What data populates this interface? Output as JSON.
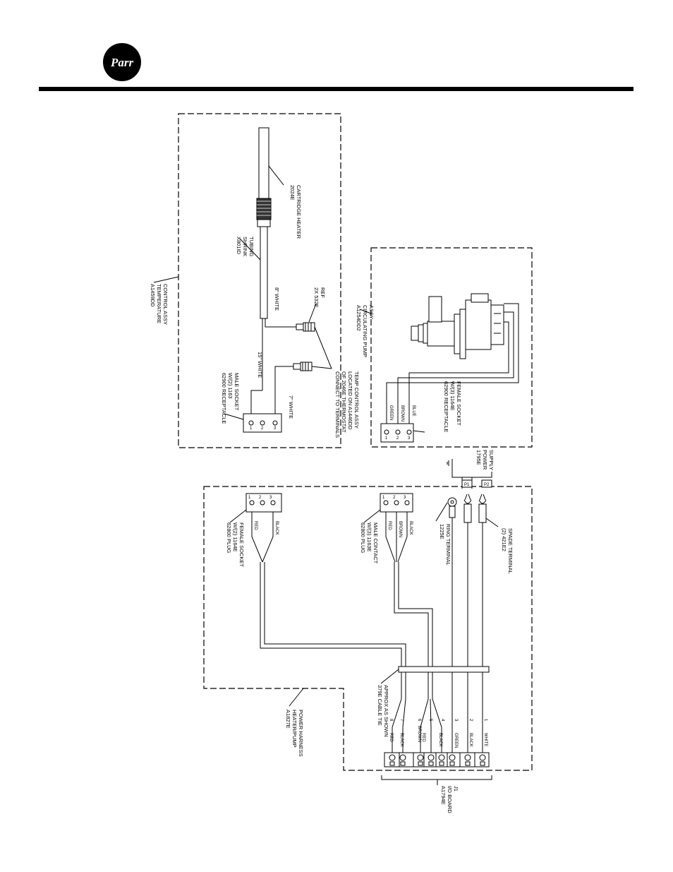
{
  "logo": {
    "text": "Parr"
  },
  "labels": {
    "temp_control": [
      "A1459DD",
      "TEMPERATURE",
      "CONTROL ASSY"
    ],
    "cartridge_heater": [
      "2024E",
      "CARTRIDGE HEATER"
    ],
    "shrink_tubing": [
      "X801ID",
      "SHRINK",
      "TUBING"
    ],
    "white_8": "8\" WHITE",
    "ref_532e": [
      "2X 532E",
      "REF"
    ],
    "white_15": "15\" WHITE",
    "white_7": "7\" WHITE",
    "receptacle_male": [
      "62900 RECEPTACLE",
      "W/(2) 1163",
      "MALE SOCKET"
    ],
    "connect_note": [
      "CONNECT TO TERMINALS",
      "OF 2046E THERMOSTAT",
      "LOCATED ON A1446DD",
      "TEMP CONTROL ASSY"
    ],
    "pump": [
      "A1254DD2",
      "CIRCULATING PUMP",
      "ASSY"
    ],
    "receptacle_female": [
      "62900 RECEPTACLE",
      "W/(3) 1164E",
      "FEMALE SOCKET"
    ],
    "pump_wire_green": "GREEN",
    "pump_wire_brown": "BROWN",
    "pump_wire_blue": "BLUE",
    "power_supply": [
      "1795E",
      "POWER",
      "SUPPLY"
    ],
    "p1": "P1",
    "p2": "P2",
    "ring_terminal": [
      "1225E",
      "RING TERMINAL"
    ],
    "spade_terminal": [
      "(2) 421E2",
      "SPADE TERMINAL"
    ],
    "plug_female": [
      "62800 PLUG",
      "W/(2) 1164E",
      "FEMALE SOCKET"
    ],
    "plug_female_red": "RED",
    "plug_female_black": "BLACK",
    "plug_male": [
      "62800 PLUG",
      "W/(3) 1163E",
      "MALE CONTACT"
    ],
    "plug_male_red": "RED",
    "plug_male_brown": "BROWN",
    "plug_male_black": "BLACK",
    "cable_tie": [
      "379E CABLE TIE",
      "APPROX AS SHOWN"
    ],
    "harness": [
      "A1827E",
      "HEATER/PUMP",
      "POWER HARNESS"
    ],
    "io_board": [
      "A1794E",
      "I/O BOARD",
      "J1"
    ]
  },
  "terminal_wires": [
    {
      "pin": "8",
      "color": "RED"
    },
    {
      "pin": "7",
      "color": "BLACK"
    },
    {
      "pin": "6",
      "color": "BROWN"
    },
    {
      "pin": "5",
      "color": "RED"
    },
    {
      "pin": "4",
      "color": "BLACK"
    },
    {
      "pin": "3",
      "color": "GREEN"
    },
    {
      "pin": "2",
      "color": "BLACK"
    },
    {
      "pin": "1",
      "color": "WHITE"
    }
  ],
  "connector_pins": [
    "1",
    "2",
    "3"
  ]
}
